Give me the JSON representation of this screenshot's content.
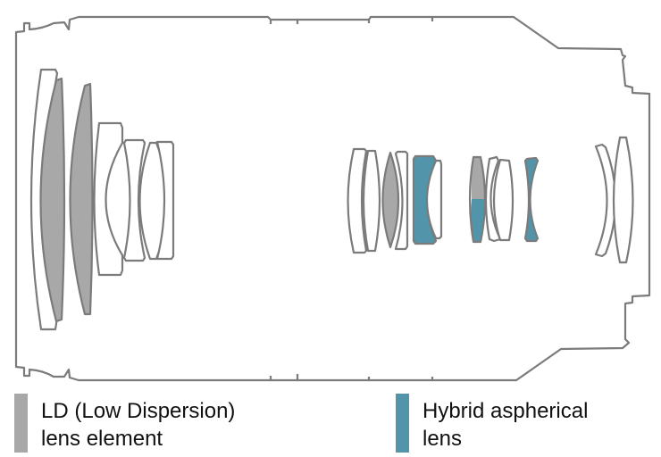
{
  "diagram": {
    "title": "Lens construction cross-section",
    "colors": {
      "outline": "#7b7b7b",
      "ld": "#a8a8a8",
      "hybrid": "#5295ab",
      "plain": "#ffffff"
    },
    "groups": [
      {
        "name": "front-group",
        "elements": [
          "plain",
          "ld",
          "ld",
          "plain",
          "plain",
          "plain",
          "plain"
        ]
      },
      {
        "name": "middle-group-a",
        "elements": [
          "plain",
          "plain",
          "ld",
          "plain",
          "hybrid",
          "plain"
        ]
      },
      {
        "name": "middle-group-b",
        "elements": [
          "ld+hybrid",
          "plain",
          "plain",
          "hybrid"
        ]
      },
      {
        "name": "rear-group",
        "elements": [
          "plain",
          "plain"
        ]
      }
    ]
  },
  "legend": [
    {
      "id": "ld",
      "label_line1": "LD (Low Dispersion)",
      "label_line2": "lens element",
      "color": "#a8a8a8"
    },
    {
      "id": "hybrid",
      "label_line1": "Hybrid aspherical",
      "label_line2": "lens",
      "color": "#5295ab"
    }
  ]
}
